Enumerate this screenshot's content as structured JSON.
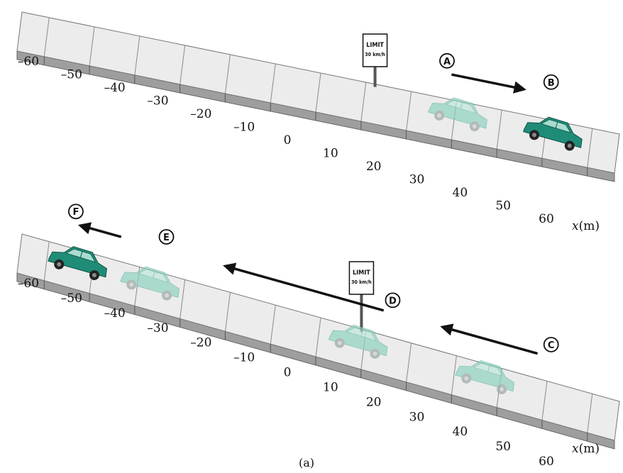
{
  "colors": {
    "road_top": "#ececec",
    "road_side": "#9e9e9e",
    "car": "#1f8c78",
    "car_dark": "#0f5446",
    "ghost": "#8fd3c2"
  },
  "diagram_top": {
    "ticks": [
      "–60",
      "–50",
      "–40",
      "–30",
      "–20",
      "–10",
      "0",
      "10",
      "20",
      "30",
      "40",
      "50",
      "60"
    ],
    "axis_label_var": "x",
    "axis_label_unit": "(m)",
    "sign_line1": "LIMIT",
    "sign_line2": "30 km/h",
    "markers": [
      {
        "letter": "A",
        "pos": 29
      },
      {
        "letter": "B",
        "pos": 52
      }
    ],
    "cars": [
      {
        "pos": 31,
        "ghost": true
      },
      {
        "pos": 52,
        "ghost": false
      }
    ],
    "arrow": {
      "from": 30,
      "to": 46
    }
  },
  "diagram_bottom": {
    "ticks": [
      "–60",
      "–50",
      "–40",
      "–30",
      "–20",
      "–10",
      "0",
      "10",
      "20",
      "30",
      "40",
      "50",
      "60"
    ],
    "axis_label_var": "x",
    "axis_label_unit": "(m)",
    "sign_line1": "LIMIT",
    "sign_line2": "30 km/h",
    "markers": [
      {
        "letter": "C",
        "pos": 52
      },
      {
        "letter": "D",
        "pos": 17
      },
      {
        "letter": "E",
        "pos": -33
      },
      {
        "letter": "F",
        "pos": -53
      }
    ],
    "cars": [
      {
        "pos": 37,
        "ghost": true
      },
      {
        "pos": 9,
        "ghost": true
      },
      {
        "pos": -37,
        "ghost": true
      },
      {
        "pos": -53,
        "ghost": false
      }
    ],
    "arrows": [
      {
        "from": 49,
        "to": 28
      },
      {
        "from": 15,
        "to": -20
      },
      {
        "from": -43,
        "to": -52
      }
    ]
  },
  "caption": "(a)"
}
